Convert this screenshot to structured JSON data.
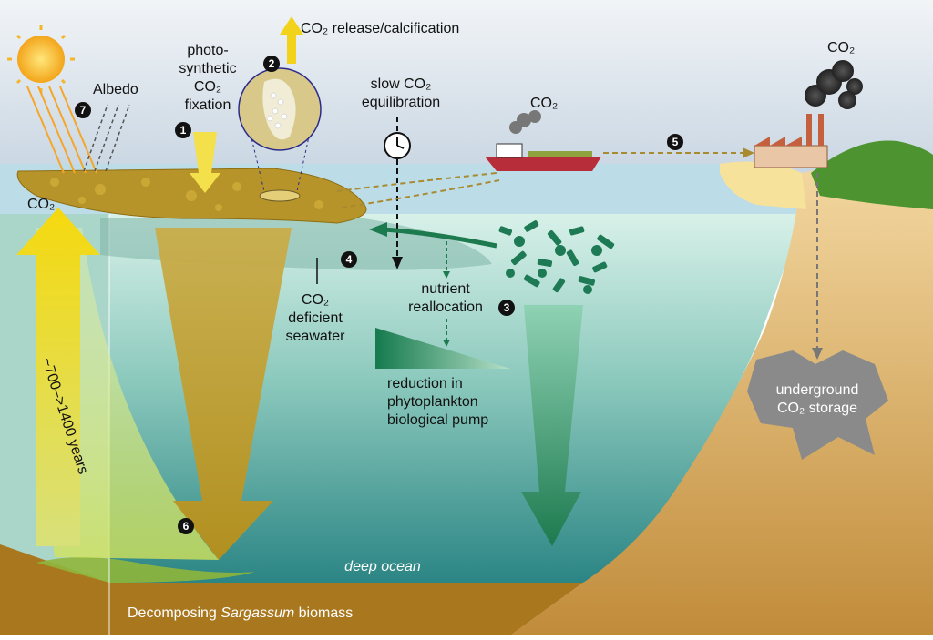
{
  "labels": {
    "co2_release": "CO₂ release/calcification",
    "photo_1": "photo-",
    "photo_2": "synthetic",
    "photo_3": "CO₂",
    "photo_4": "fixation",
    "albedo": "Albedo",
    "co2_left": "CO₂",
    "slow_1": "slow CO₂",
    "slow_2": "equilibration",
    "co2_ship": "CO₂",
    "co2_factory": "CO₂",
    "deficient_1": "CO₂",
    "deficient_2": "deficient",
    "deficient_3": "seawater",
    "nutrient_1": "nutrient",
    "nutrient_2": "reallocation",
    "reduction_1": "reduction in",
    "reduction_2": "phytoplankton",
    "reduction_3": "biological pump",
    "storage_1": "underground",
    "storage_2": "CO₂ storage",
    "years": "~700–>1400 years",
    "deep_ocean": "deep ocean",
    "bottom_prefix": "Decomposing ",
    "bottom_italic": "Sargassum",
    "bottom_suffix": " biomass"
  },
  "markers": [
    "1",
    "2",
    "3",
    "4",
    "5",
    "6",
    "7"
  ],
  "colors": {
    "sky": "#dfe7ef",
    "sea_surface": "#b9dbe6",
    "water_top": "#d8f0e8",
    "water_deep": "#2c8a8a",
    "sediment": "#a7771e",
    "sand": "#efcf96",
    "sargassum": "#b7942a",
    "plankton": "#1e7a55",
    "yellow_arrow": "#f2d21a",
    "grass": "#4d9330"
  }
}
